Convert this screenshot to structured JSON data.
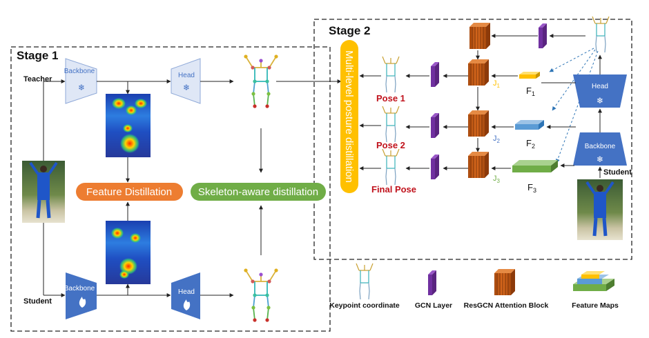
{
  "stage1": {
    "title": "Stage 1"
  },
  "stage2": {
    "title": "Stage 2"
  },
  "labels": {
    "teacher": "Teacher",
    "student": "Student",
    "student2": "Student"
  },
  "teacher": {
    "backbone": "Backbone",
    "head": "Head"
  },
  "student_net": {
    "backbone": "Backbone",
    "head": "Head"
  },
  "stage2_net": {
    "head": "Head",
    "backbone": "Backbone"
  },
  "distill": {
    "feature": "Feature Distillation",
    "skeleton": "Skeleton-aware distillation",
    "multilevel": "Multi-level posture distillation"
  },
  "poses": {
    "pose1": "Pose 1",
    "pose2": "Pose 2",
    "final": "Final Pose"
  },
  "features": {
    "f1": "F",
    "f1_sub": "1",
    "f2": "F",
    "f2_sub": "2",
    "f3": "F",
    "f3_sub": "3"
  },
  "joints": {
    "j1": "J",
    "j1_sub": "1",
    "j2": "J",
    "j2_sub": "2",
    "j3": "J",
    "j3_sub": "3"
  },
  "legend": {
    "keypoint": "Keypoint coordinate",
    "gcn": "GCN Layer",
    "resgcn": "ResGCN Attention Block",
    "feature_maps": "Feature Maps"
  },
  "colors": {
    "frozen_fill": "#dfe7f6",
    "trainable_fill": "#4472c4",
    "feature_pill": "#ed7d31",
    "skeleton_pill": "#70ad47",
    "multilevel_pill": "#ffc000",
    "gcn": "#7030a0",
    "resgcn": "#c55a11",
    "pose_label": "#c0111b",
    "j1": "#ffc000",
    "j2": "#4472c4",
    "j3": "#70ad47"
  },
  "icons": {
    "frozen": "snowflake-icon",
    "trainable": "flame-icon"
  }
}
